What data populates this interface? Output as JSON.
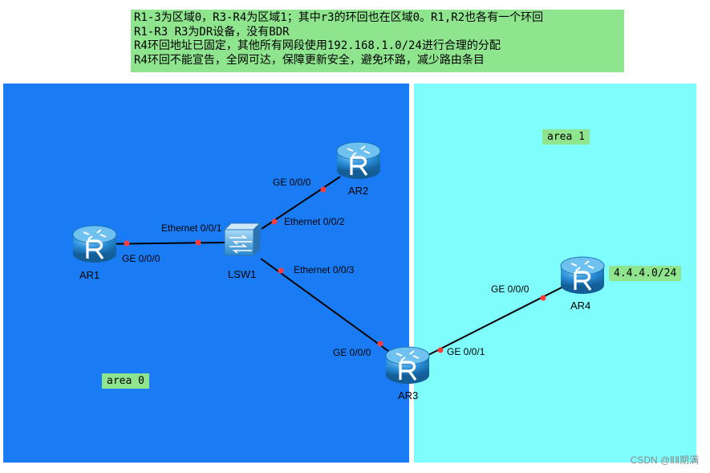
{
  "notes": [
    "R1-3为区域0，R3-R4为区域1；其中r3的环回也在区域0。R1,R2也各有一个环回",
    "R1-R3 R3为DR设备，没有BDR",
    "R4环回地址已固定，其他所有网段使用192.168.1.0/24进行合理的分配",
    "R4环回不能宣告，全网可达，保障更新安全，避免环路，减少路由条目"
  ],
  "areas": {
    "area0": "area 0",
    "area1": "area 1"
  },
  "devices": {
    "ar1": "AR1",
    "ar2": "AR2",
    "ar3": "AR3",
    "ar4": "AR4",
    "lsw1": "LSW1"
  },
  "interfaces": {
    "ar1_ge000": "GE 0/0/0",
    "lsw1_eth001": "Ethernet 0/0/1",
    "lsw1_eth002": "Ethernet 0/0/2",
    "lsw1_eth003": "Ethernet 0/0/3",
    "ar2_ge000": "GE 0/0/0",
    "ar3_ge000": "GE 0/0/0",
    "ar3_ge001": "GE 0/0/1",
    "ar4_ge000": "GE 0/0/0"
  },
  "ar4_loopback": "4.4.4.0/24",
  "watermark": "CSDN @ⅡⅡ期满",
  "colors": {
    "area0": "#1a7cf5",
    "area1": "#7ffdfd",
    "note_bg": "#8ee58e",
    "port": "#ff3b3b"
  }
}
